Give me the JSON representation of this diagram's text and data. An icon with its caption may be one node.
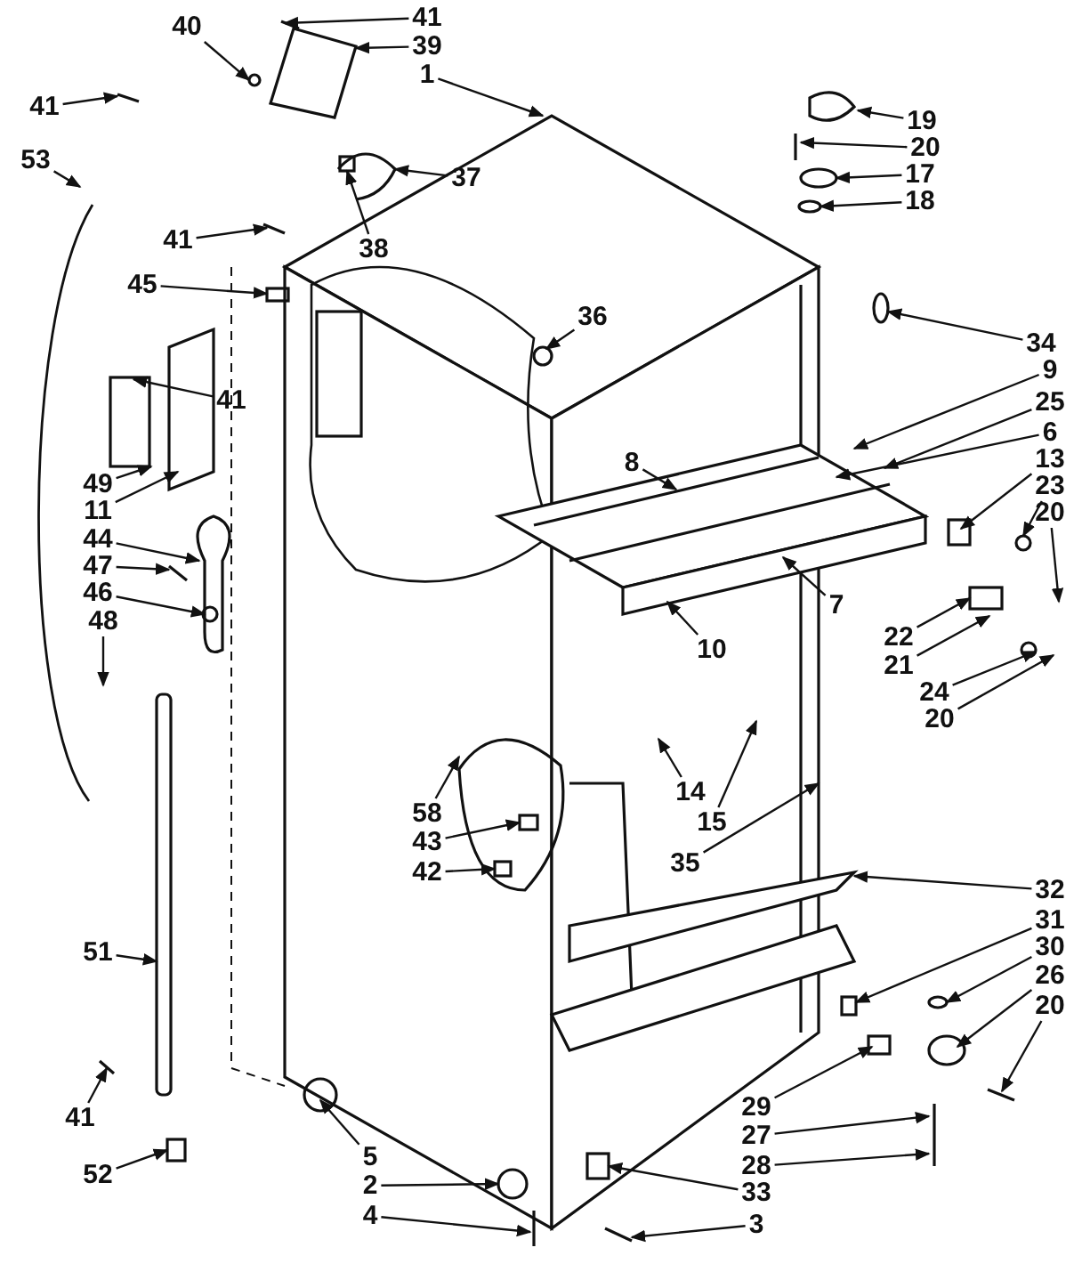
{
  "diagram": {
    "nodes": [
      {
        "text": [
          "41"
        ]
      },
      {
        "text": [
          "39"
        ]
      },
      {
        "text": [
          "1"
        ]
      },
      {
        "text": [
          "40"
        ]
      },
      {
        "text": [
          "41"
        ]
      },
      {
        "text": [
          "53"
        ]
      },
      {
        "text": [
          "41"
        ]
      },
      {
        "text": [
          "45"
        ]
      },
      {
        "text": [
          "38"
        ]
      },
      {
        "text": [
          "37"
        ]
      },
      {
        "text": [
          "41"
        ]
      },
      {
        "text": [
          "49"
        ]
      },
      {
        "text": [
          "11"
        ]
      },
      {
        "text": [
          "44"
        ]
      },
      {
        "text": [
          "47"
        ]
      },
      {
        "text": [
          "46"
        ]
      },
      {
        "text": [
          "48"
        ]
      },
      {
        "text": [
          "51"
        ]
      },
      {
        "text": [
          "41"
        ]
      },
      {
        "text": [
          "52"
        ]
      },
      {
        "text": [
          "5"
        ]
      },
      {
        "text": [
          "2"
        ]
      },
      {
        "text": [
          "4"
        ]
      },
      {
        "text": [
          "19"
        ]
      },
      {
        "text": [
          "20"
        ]
      },
      {
        "text": [
          "17"
        ]
      },
      {
        "text": [
          "18"
        ]
      },
      {
        "text": [
          "36"
        ]
      },
      {
        "text": [
          "34"
        ]
      },
      {
        "text": [
          "9"
        ]
      },
      {
        "text": [
          "25"
        ]
      },
      {
        "text": [
          "6"
        ]
      },
      {
        "text": [
          "8"
        ]
      },
      {
        "text": [
          "13"
        ]
      },
      {
        "text": [
          "23"
        ]
      },
      {
        "text": [
          "20"
        ]
      },
      {
        "text": [
          "7"
        ]
      },
      {
        "text": [
          "10"
        ]
      },
      {
        "text": [
          "22"
        ]
      },
      {
        "text": [
          "21"
        ]
      },
      {
        "text": [
          "24"
        ]
      },
      {
        "text": [
          "20"
        ]
      },
      {
        "text": [
          "14"
        ]
      },
      {
        "text": [
          "15"
        ]
      },
      {
        "text": [
          "35"
        ]
      },
      {
        "text": [
          "58"
        ]
      },
      {
        "text": [
          "43"
        ]
      },
      {
        "text": [
          "42"
        ]
      },
      {
        "text": [
          "32"
        ]
      },
      {
        "text": [
          "31"
        ]
      },
      {
        "text": [
          "30"
        ]
      },
      {
        "text": [
          "26"
        ]
      },
      {
        "text": [
          "20"
        ]
      },
      {
        "text": [
          "29"
        ]
      },
      {
        "text": [
          "27"
        ]
      },
      {
        "text": [
          "28"
        ]
      },
      {
        "text": [
          "33"
        ]
      },
      {
        "text": [
          "3"
        ]
      }
    ],
    "edges": [
      {
        "from": 0,
        "to": null,
        "arrow": "to"
      },
      {
        "from": 1,
        "to": null,
        "arrow": "to"
      },
      {
        "from": 2,
        "to": null,
        "arrow": "to"
      },
      {
        "from": 3,
        "to": null,
        "arrow": "to"
      },
      {
        "from": 4,
        "to": null,
        "arrow": "to"
      },
      {
        "from": 5,
        "to": null,
        "arrow": "to"
      },
      {
        "from": 6,
        "to": null,
        "arrow": "to"
      },
      {
        "from": 7,
        "to": null,
        "arrow": "to"
      },
      {
        "from": 8,
        "to": null,
        "arrow": "to"
      },
      {
        "from": 9,
        "to": null,
        "arrow": "to"
      },
      {
        "from": 10,
        "to": null,
        "arrow": "to"
      },
      {
        "from": 11,
        "to": null,
        "arrow": "to"
      },
      {
        "from": 12,
        "to": null,
        "arrow": "to"
      },
      {
        "from": 13,
        "to": null,
        "arrow": "to"
      },
      {
        "from": 14,
        "to": null,
        "arrow": "to"
      },
      {
        "from": 15,
        "to": null,
        "arrow": "to"
      },
      {
        "from": 16,
        "to": null,
        "arrow": "to"
      },
      {
        "from": 17,
        "to": null,
        "arrow": "to"
      },
      {
        "from": 18,
        "to": null,
        "arrow": "to"
      },
      {
        "from": 19,
        "to": null,
        "arrow": "to"
      },
      {
        "from": 20,
        "to": null,
        "arrow": "to"
      },
      {
        "from": 21,
        "to": null,
        "arrow": "to"
      },
      {
        "from": 22,
        "to": null,
        "arrow": "to"
      },
      {
        "from": 23,
        "to": null,
        "arrow": "to"
      },
      {
        "from": 24,
        "to": null,
        "arrow": "to"
      },
      {
        "from": 25,
        "to": null,
        "arrow": "to"
      },
      {
        "from": 26,
        "to": null,
        "arrow": "to"
      },
      {
        "from": 27,
        "to": null,
        "arrow": "to"
      },
      {
        "from": 28,
        "to": null,
        "arrow": "to"
      },
      {
        "from": 29,
        "to": null,
        "arrow": "to"
      },
      {
        "from": 30,
        "to": null,
        "arrow": "to"
      },
      {
        "from": 31,
        "to": null,
        "arrow": "to"
      },
      {
        "from": 32,
        "to": null,
        "arrow": "to"
      },
      {
        "from": 33,
        "to": null,
        "arrow": "to"
      },
      {
        "from": 34,
        "to": null,
        "arrow": "to"
      },
      {
        "from": 35,
        "to": null,
        "arrow": "to"
      },
      {
        "from": 36,
        "to": null,
        "arrow": "to"
      },
      {
        "from": 37,
        "to": null,
        "arrow": "to"
      },
      {
        "from": 38,
        "to": null,
        "arrow": "to"
      },
      {
        "from": 39,
        "to": null,
        "arrow": "to"
      },
      {
        "from": 40,
        "to": null,
        "arrow": "to"
      },
      {
        "from": 41,
        "to": null,
        "arrow": "to"
      },
      {
        "from": 42,
        "to": null,
        "arrow": "to"
      },
      {
        "from": 43,
        "to": null,
        "arrow": "to"
      },
      {
        "from": 44,
        "to": null,
        "arrow": "to"
      },
      {
        "from": 45,
        "to": null,
        "arrow": "to"
      },
      {
        "from": 46,
        "to": null,
        "arrow": "to"
      },
      {
        "from": 47,
        "to": null,
        "arrow": "to"
      },
      {
        "from": 48,
        "to": null,
        "arrow": "to"
      },
      {
        "from": 49,
        "to": null,
        "arrow": "to"
      },
      {
        "from": 50,
        "to": null,
        "arrow": "to"
      },
      {
        "from": 51,
        "to": null,
        "arrow": "to"
      },
      {
        "from": 52,
        "to": null,
        "arrow": "to"
      },
      {
        "from": 53,
        "to": null,
        "arrow": "to"
      },
      {
        "from": 54,
        "to": null,
        "arrow": "to"
      },
      {
        "from": 55,
        "to": null,
        "arrow": "to"
      },
      {
        "from": 56,
        "to": null,
        "arrow": "to"
      },
      {
        "from": 57,
        "to": null,
        "arrow": "to"
      }
    ]
  }
}
